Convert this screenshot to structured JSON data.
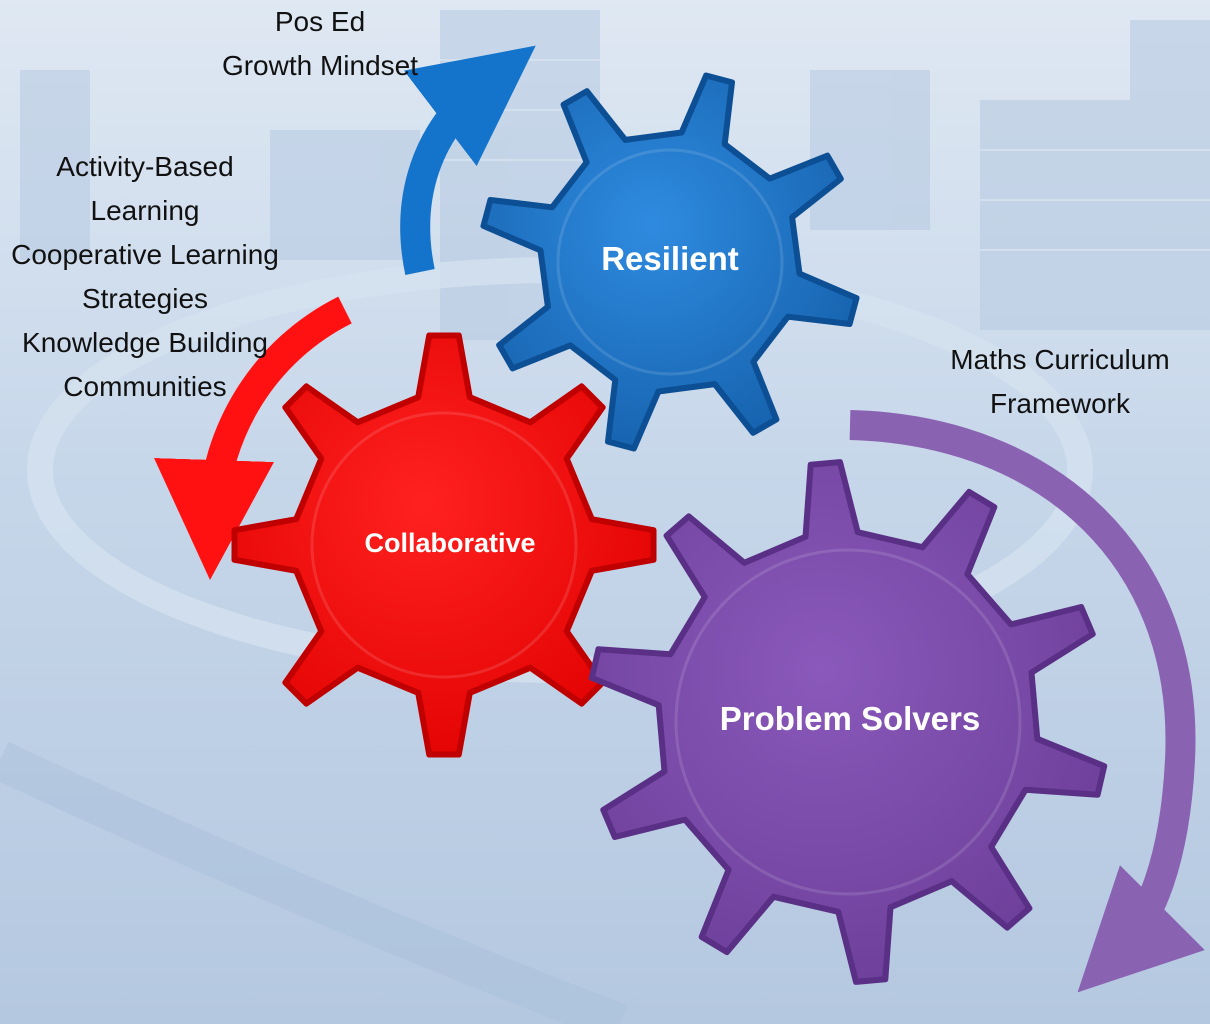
{
  "gears": [
    {
      "id": "resilient",
      "label": "Resilient",
      "color": "#1a6fc9"
    },
    {
      "id": "collaborative",
      "label": "Collaborative",
      "color": "#ff0d0d"
    },
    {
      "id": "problem-solvers",
      "label": "Problem Solvers",
      "color": "#7a4aa6"
    }
  ],
  "annotations": {
    "pos_ed": [
      "Pos Ed",
      "Growth Mindset"
    ],
    "activity": [
      "Activity-Based",
      "Learning",
      "Cooperative Learning",
      "Strategies",
      "Knowledge Building",
      "Communities"
    ],
    "maths": [
      "Maths Curriculum",
      "Framework"
    ]
  },
  "colors": {
    "blue_arrow": "#1474cc",
    "red_arrow": "#ff1111",
    "purple_arrow": "#8a62b2",
    "background": "#c9d8ea"
  }
}
